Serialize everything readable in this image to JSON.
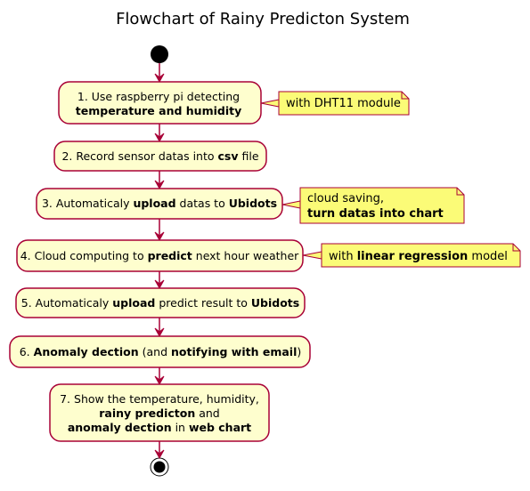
{
  "title": "Flowchart of Rainy Predicton System",
  "steps": [
    {
      "lines": [
        [
          {
            "t": "1. Use raspberry pi detecting",
            "b": false
          }
        ],
        [
          {
            "t": "temperature and humidity",
            "b": true
          }
        ]
      ]
    },
    {
      "lines": [
        [
          {
            "t": "2. Record sensor datas into ",
            "b": false
          },
          {
            "t": "csv",
            "b": true
          },
          {
            "t": " file",
            "b": false
          }
        ]
      ]
    },
    {
      "lines": [
        [
          {
            "t": "3. Automaticaly ",
            "b": false
          },
          {
            "t": "upload",
            "b": true
          },
          {
            "t": " datas to ",
            "b": false
          },
          {
            "t": "Ubidots",
            "b": true
          }
        ]
      ]
    },
    {
      "lines": [
        [
          {
            "t": "4. Cloud computing to ",
            "b": false
          },
          {
            "t": "predict",
            "b": true
          },
          {
            "t": " next hour weather",
            "b": false
          }
        ]
      ]
    },
    {
      "lines": [
        [
          {
            "t": "5. Automaticaly ",
            "b": false
          },
          {
            "t": "upload",
            "b": true
          },
          {
            "t": " predict result to ",
            "b": false
          },
          {
            "t": "Ubidots",
            "b": true
          }
        ]
      ]
    },
    {
      "lines": [
        [
          {
            "t": "6. ",
            "b": false
          },
          {
            "t": "Anomaly dection",
            "b": true
          },
          {
            "t": " (and ",
            "b": false
          },
          {
            "t": "notifying with email",
            "b": true
          },
          {
            "t": ")",
            "b": false
          }
        ]
      ]
    },
    {
      "lines": [
        [
          {
            "t": "7. Show the temperature, humidity,",
            "b": false
          }
        ],
        [
          {
            "t": "rainy predicton",
            "b": true
          },
          {
            "t": " and",
            "b": false
          }
        ],
        [
          {
            "t": "anomaly dection",
            "b": true
          },
          {
            "t": " in ",
            "b": false
          },
          {
            "t": "web chart",
            "b": true
          }
        ]
      ]
    }
  ],
  "notes": [
    {
      "step": 0,
      "lines": [
        [
          {
            "t": "with DHT11 module",
            "b": false
          }
        ]
      ]
    },
    {
      "step": 2,
      "lines": [
        [
          {
            "t": "cloud saving,",
            "b": false
          }
        ],
        [
          {
            "t": "turn datas into chart",
            "b": true
          }
        ]
      ]
    },
    {
      "step": 3,
      "lines": [
        [
          {
            "t": "with ",
            "b": false
          },
          {
            "t": "linear regression",
            "b": true
          },
          {
            "t": " model",
            "b": false
          }
        ]
      ]
    }
  ]
}
